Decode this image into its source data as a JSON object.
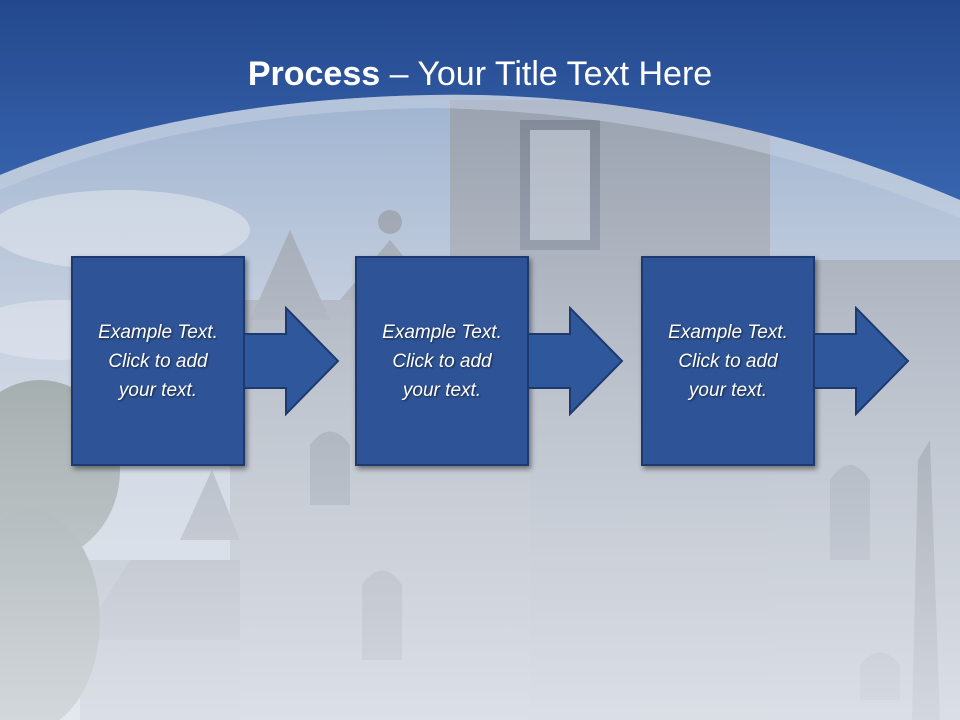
{
  "title": {
    "bold": "Process",
    "rest": " – Your Title Text Here"
  },
  "steps": [
    {
      "text": "Example Text.\nClick  to add\nyour text."
    },
    {
      "text": "Example Text.\nClick  to add\nyour text."
    },
    {
      "text": "Example Text.\nClick  to add\nyour text."
    }
  ],
  "colors": {
    "header": "#2f5aa3",
    "box": "#2e5497",
    "arrow": "#2f589c"
  }
}
